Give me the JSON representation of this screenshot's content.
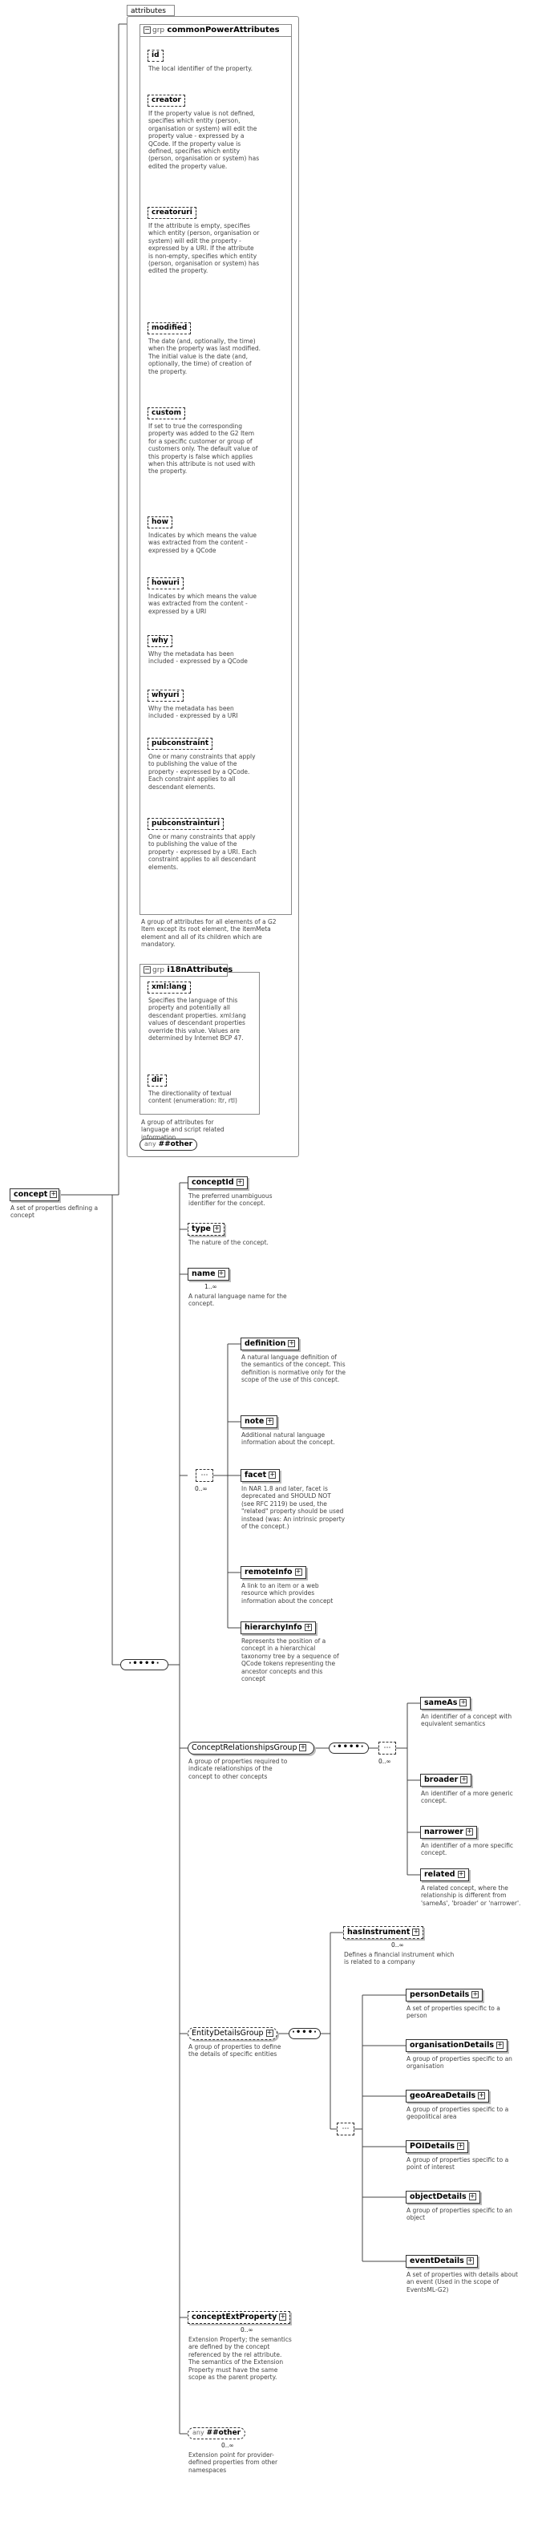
{
  "attributes_panel": {
    "label": "attributes"
  },
  "common_power": {
    "grp_kw": "grp",
    "name": "commonPowerAttributes",
    "attributes": [
      {
        "name": "id",
        "doc": "The local identifier of the property."
      },
      {
        "name": "creator",
        "doc": "If the property value is not defined, specifies which entity (person, organisation or system) will edit the property value - expressed by a QCode. If the property value is defined, specifies which entity (person, organisation or system) has edited the property value."
      },
      {
        "name": "creatoruri",
        "doc": "If the attribute is empty, specifies which entity (person, organisation or system) will edit the property - expressed by a URI. If the attribute is non-empty, specifies which entity (person, organisation or system) has edited the property."
      },
      {
        "name": "modified",
        "doc": "The date (and, optionally, the time) when the property was last modified. The initial value is the date (and, optionally, the time) of creation of the property."
      },
      {
        "name": "custom",
        "doc": "If set to true the corresponding property was added to the G2 Item for a specific customer or group of customers only. The default value of this property is false which applies when this attribute is not used with the property."
      },
      {
        "name": "how",
        "doc": "Indicates by which means the value was extracted from the content - expressed by a QCode"
      },
      {
        "name": "howuri",
        "doc": "Indicates by which means the value was extracted from the content - expressed by a URI"
      },
      {
        "name": "why",
        "doc": "Why the metadata has been included - expressed by a QCode"
      },
      {
        "name": "whyuri",
        "doc": "Why the metadata has been included - expressed by a URI"
      },
      {
        "name": "pubconstraint",
        "doc": "One or many constraints that apply to publishing the value of the property - expressed by a QCode. Each constraint applies to all descendant elements."
      },
      {
        "name": "pubconstrainturi",
        "doc": "One or many constraints that apply to publishing the value of the property - expressed by a URI. Each constraint applies to all descendant elements."
      }
    ],
    "doc": "A group of attributes for all elements of a G2 Item except its root element, the itemMeta element and all of its children which are mandatory."
  },
  "i18n": {
    "grp_kw": "grp",
    "name": "i18nAttributes",
    "attributes": [
      {
        "name": "xml:lang",
        "doc": "Specifies the language of this property and potentially all descendant properties. xml:lang values of descendant properties override this value. Values are determined by Internet BCP 47."
      },
      {
        "name": "dir",
        "doc": "The directionality of textual content (enumeration: ltr, rtl)"
      }
    ],
    "doc": "A group of attributes for language and script related information"
  },
  "any_other_attr": {
    "kw": "any",
    "name": "##other"
  },
  "root": {
    "name": "concept",
    "doc": "A set of properties defining a concept"
  },
  "main_children": [
    {
      "name": "conceptId",
      "doc": "The preferred unambiguous identifier for the concept."
    },
    {
      "name": "type",
      "doc": "The nature of the concept."
    },
    {
      "name": "name",
      "card": "1..∞",
      "doc": "A natural language name for the concept."
    }
  ],
  "choice1": {
    "card": "0..∞",
    "children": [
      {
        "name": "definition",
        "doc": "A natural language definition of the semantics of the concept. This definition is normative only for the scope of the use of this concept."
      },
      {
        "name": "note",
        "doc": "Additional natural language information about the concept."
      },
      {
        "name": "facet",
        "doc": "In NAR 1.8 and later, facet is deprecated and SHOULD NOT (see RFC 2119) be used, the \"related\" property should be used instead (was: An intrinsic property of the concept.)"
      },
      {
        "name": "remoteInfo",
        "doc": "A link to an item or a web resource which provides information about the concept"
      },
      {
        "name": "hierarchyInfo",
        "doc": "Represents the position of a concept in a hierarchical taxonomy tree by a sequence of QCode tokens representing the ancestor concepts and this concept"
      }
    ]
  },
  "relationships_group": {
    "name": "ConceptRelationshipsGroup",
    "doc": "A group of properties required to indicate relationships of the concept to other concepts",
    "card": "0..∞",
    "children": [
      {
        "name": "sameAs",
        "doc": "An identifier of a concept with equivalent semantics"
      },
      {
        "name": "broader",
        "doc": "An identifier of a more generic concept."
      },
      {
        "name": "narrower",
        "doc": "An identifier of a more specific concept."
      },
      {
        "name": "related",
        "doc": "A related concept, where the relationship is different from 'sameAs', 'broader' or 'narrower'."
      }
    ]
  },
  "entity_group": {
    "name": "EntityDetailsGroup",
    "doc": "A group of properties to define the details of specific entities",
    "has_instrument": {
      "name": "hasInstrument",
      "card": "0..∞",
      "doc": "Defines a financial instrument which is related to a company"
    },
    "children": [
      {
        "name": "personDetails",
        "doc": "A set of properties specific to a person"
      },
      {
        "name": "organisationDetails",
        "doc": "A group of properties specific to an organisation"
      },
      {
        "name": "geoAreaDetails",
        "doc": "A group of properties specific to a geopolitical area"
      },
      {
        "name": "POIDetails",
        "doc": "A group of properties specific to a point of interest"
      },
      {
        "name": "objectDetails",
        "doc": "A group of properties specific to an object"
      },
      {
        "name": "eventDetails",
        "doc": "A set of properties with details about an event (Used in the scope of EventsML-G2)"
      }
    ]
  },
  "concept_ext": {
    "name": "conceptExtProperty",
    "card": "0..∞",
    "doc": "Extension Property; the semantics are defined by the concept referenced by the rel attribute. The semantics of the Extension Property must have the same scope as the parent property."
  },
  "any_other_el": {
    "kw": "any",
    "name": "##other",
    "card": "0..∞",
    "doc": "Extension point for provider-defined properties from other namespaces"
  }
}
